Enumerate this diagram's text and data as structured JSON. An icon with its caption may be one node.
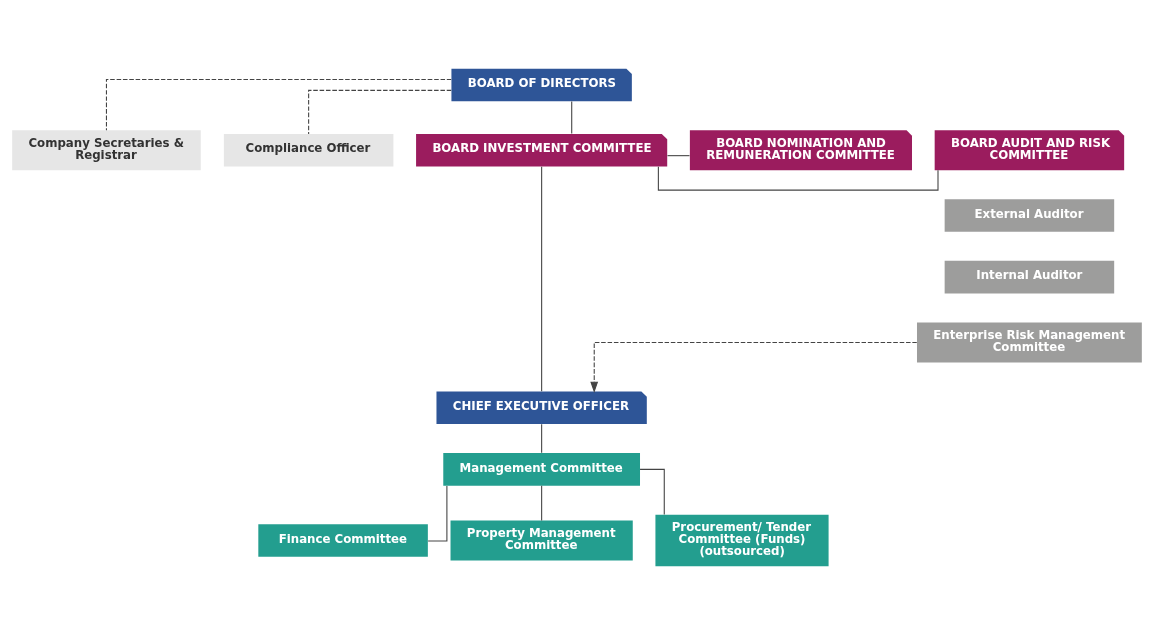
{
  "diagram": {
    "nodes": [
      {
        "text": [
          "BOARD OF DIRECTORS"
        ]
      },
      {
        "text": [
          "Company Secretaries & Registrar"
        ]
      },
      {
        "text": [
          "Compliance Officer"
        ]
      },
      {
        "text": [
          "BOARD AUDIT AND RISK COMMITTEE"
        ]
      },
      {
        "text": [
          "BOARD INVESTMENT COMMITTEE"
        ]
      },
      {
        "text": [
          "BOARD NOMINATION AND REMUNERATION COMMITTEE"
        ]
      },
      {
        "text": [
          "External Auditor"
        ]
      },
      {
        "text": [
          "Internal Auditor"
        ]
      },
      {
        "text": [
          "Enterprise Risk Management Committee"
        ]
      },
      {
        "text": [
          "CHIEF EXECUTIVE OFFICER"
        ]
      },
      {
        "text": [
          "Management Committee"
        ]
      },
      {
        "text": [
          "Finance Committee"
        ]
      },
      {
        "text": [
          "Property Management Committee"
        ]
      },
      {
        "text": [
          "Procurement/ Tender Committee (Funds) (outsourced)"
        ]
      }
    ],
    "edges": [
      {
        "from": 0,
        "to": 4,
        "arrow": "none"
      },
      {
        "from": 0,
        "to": 1,
        "arrow": "none",
        "style": "dashed"
      },
      {
        "from": 0,
        "to": 2,
        "arrow": "none",
        "style": "dashed"
      },
      {
        "from": 4,
        "to": 3,
        "arrow": "none"
      },
      {
        "from": 4,
        "to": 5,
        "arrow": "none"
      },
      {
        "from": 4,
        "to": 9,
        "arrow": "none"
      },
      {
        "from": 8,
        "to": 9,
        "arrow": "to",
        "style": "dashed"
      },
      {
        "from": 9,
        "to": 10,
        "arrow": "none"
      },
      {
        "from": 10,
        "to": 11,
        "arrow": "none"
      },
      {
        "from": 10,
        "to": 12,
        "arrow": "none"
      },
      {
        "from": 10,
        "to": 13,
        "arrow": "none"
      }
    ]
  }
}
